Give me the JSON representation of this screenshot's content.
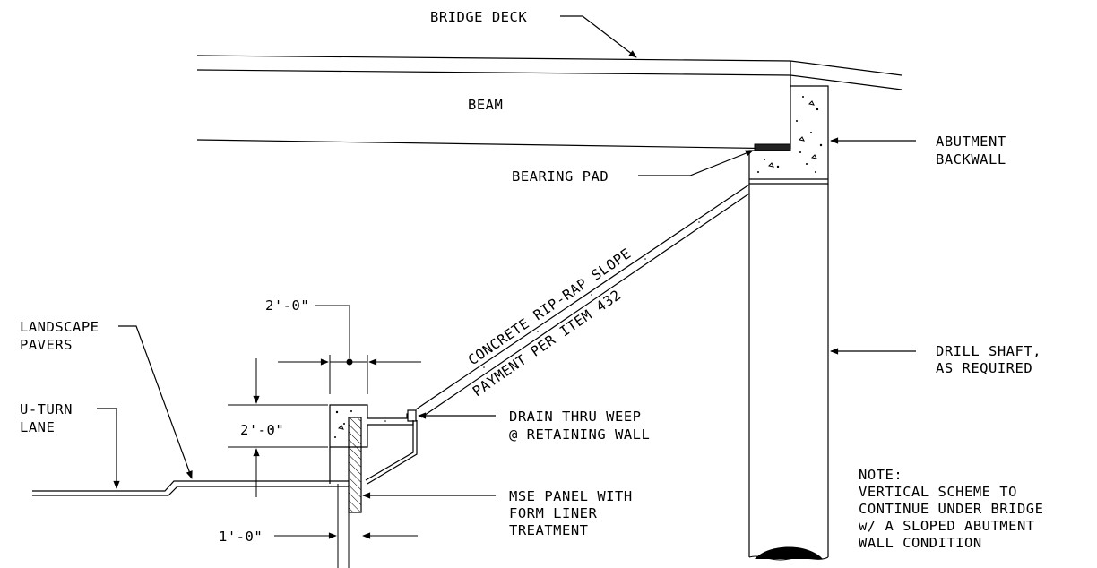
{
  "labels": {
    "bridge_deck": "BRIDGE DECK",
    "beam": "BEAM",
    "abutment_backwall_1": "ABUTMENT",
    "abutment_backwall_2": "BACKWALL",
    "bearing_pad": "BEARING PAD",
    "riprap_line1": "CONCRETE RIP-RAP SLOPE",
    "riprap_line2": "PAYMENT PER ITEM 432",
    "drill_shaft_1": "DRILL SHAFT,",
    "drill_shaft_2": "AS REQUIRED",
    "landscape_1": "LANDSCAPE",
    "landscape_2": "PAVERS",
    "uturn_1": "U-TURN",
    "uturn_2": "LANE",
    "dim_width": "2'-0\"",
    "dim_height": "2'-0\"",
    "dim_panel": "1'-0\"",
    "drain_1": "DRAIN THRU WEEP",
    "drain_2": "@ RETAINING WALL",
    "mse_1": "MSE PANEL WITH",
    "mse_2": "FORM LINER",
    "mse_3": "TREATMENT",
    "note_1": "NOTE:",
    "note_2": "VERTICAL SCHEME TO",
    "note_3": "CONTINUE UNDER BRIDGE",
    "note_4": "w/ A SLOPED ABUTMENT",
    "note_5": "WALL CONDITION"
  },
  "colors": {
    "ink": "#000000",
    "paper": "#ffffff"
  }
}
